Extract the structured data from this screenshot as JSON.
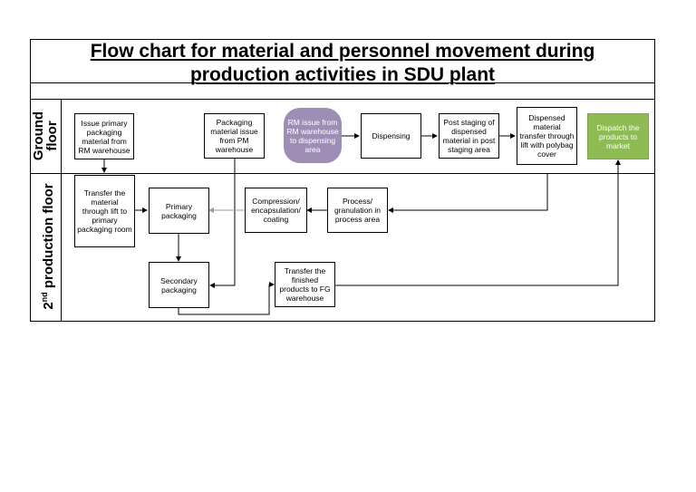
{
  "title_line1": "Flow chart for material and personnel movement during",
  "title_line2": "production activities in SDU plant",
  "lanes": {
    "ground": [
      "Ground",
      "floor"
    ],
    "production_main": "2",
    "production_sup": "nd",
    "production_rest": " production floor"
  },
  "boxes": {
    "issue_primary": "Issue primary packaging material from RM warehouse",
    "packaging_issue": "Packaging material issue from PM warehouse",
    "rm_issue": "RM issue from RM warehouse to dispensing area",
    "dispensing": "Dispensing",
    "post_staging": "Post staging of dispensed material in post staging area",
    "dispensed_transfer": "Dispensed material transfer through lift with polybag cover",
    "dispatch": "Dispatch the products to market",
    "transfer_lift": "Transfer the material through lift to primary packaging room",
    "primary_packaging": "Primary packaging",
    "compression": "Compression/ encapsulation/ coating",
    "process_granulation": "Process/ granulation in process area",
    "secondary_packaging": "Secondary packaging",
    "transfer_fg": "Transfer the finished products to FG warehouse"
  },
  "colors": {
    "rm_fill": "#9e8eb5",
    "dispatch_fill": "#8fbb55"
  }
}
